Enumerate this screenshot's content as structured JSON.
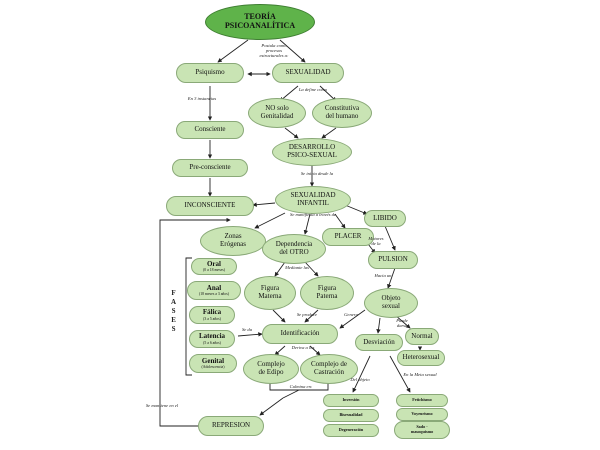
{
  "root": "TEORÍA\nPSICOANALÍTICA",
  "nodes": {
    "psiquismo": "Psiquismo",
    "sexualidad": "SEXUALIDAD",
    "no_solo_genitalidad": "NO solo\nGenitalidad",
    "constitutiva": "Constitutiva\ndel humano",
    "consciente": "Consciente",
    "preconsciente": "Pre-consciente",
    "inconsciente": "INCONSCIENTE",
    "desarrollo": "DESARROLLO\nPSICO-SEXUAL",
    "sexualidad_infantil": "SEXUALIDAD\nINFANTIL",
    "libido": "LIBIDO",
    "zonas": "Zonas\nErógenas",
    "dependencia": "Dependencia\ndel OTRO",
    "placer": "PLACER",
    "pulsion": "PULSION",
    "oral": "Oral",
    "oral_sub": "(0 a 18 meses)",
    "anal": "Anal",
    "anal_sub": "(18 meses a 3 años)",
    "falica": "Fálica",
    "falica_sub": "(3 a 5 años)",
    "latencia": "Latencia",
    "latencia_sub": "(5 a 6 años)",
    "genital": "Genital",
    "genital_sub": "(Adolescencia)",
    "figura_materna": "Figura\nMaterna",
    "figura_paterna": "Figura\nPaterna",
    "objeto_sexual": "Objeto\nsexual",
    "identificacion": "Identificación",
    "normal": "Normal",
    "desviacion": "Desviación",
    "heterosexual": "Heterosexual",
    "complejo_edipo": "Complejo\nde Edipo",
    "complejo_castracion": "Complejo de\nCastración",
    "inversion": "Inversión",
    "bisexualidad": "Bisexualidad",
    "degeneracion": "Degeneración",
    "fetichismo": "Fetichismo",
    "voyeurismo": "Voyeurismo",
    "sadomasoquismo": "Sado -\nmasoquismo",
    "represion": "REPRESION"
  },
  "fases_letters": [
    "F",
    "A",
    "S",
    "E",
    "S"
  ],
  "labels": {
    "postula": "Postula como\nprocesos\nestructurales a:",
    "la_define": "La define como",
    "en_3": "En 3 instancias",
    "se_inicia": "Se inicia  desde la",
    "se_manifiesta": "Se manifiesta a través de",
    "mediante": "Mediante las",
    "motores": "Motores\nde la",
    "hacia_un": "Hacia  un",
    "genera": "Genera",
    "se_produce": "Se produce",
    "se_da": "Se da",
    "puede_darse": "Puede\ndarse",
    "deriva": "Deriva a  los",
    "culmina": "Culmina en:",
    "del_objeto": "Del  objeto",
    "en_la_meta": "En la Meta sexual",
    "se_mantiene": "Se mantiene en el"
  },
  "colors": {
    "node_fill": "#c9e4b4",
    "node_border": "#8aa978",
    "root_fill": "#5fb34a",
    "line": "#222222"
  }
}
